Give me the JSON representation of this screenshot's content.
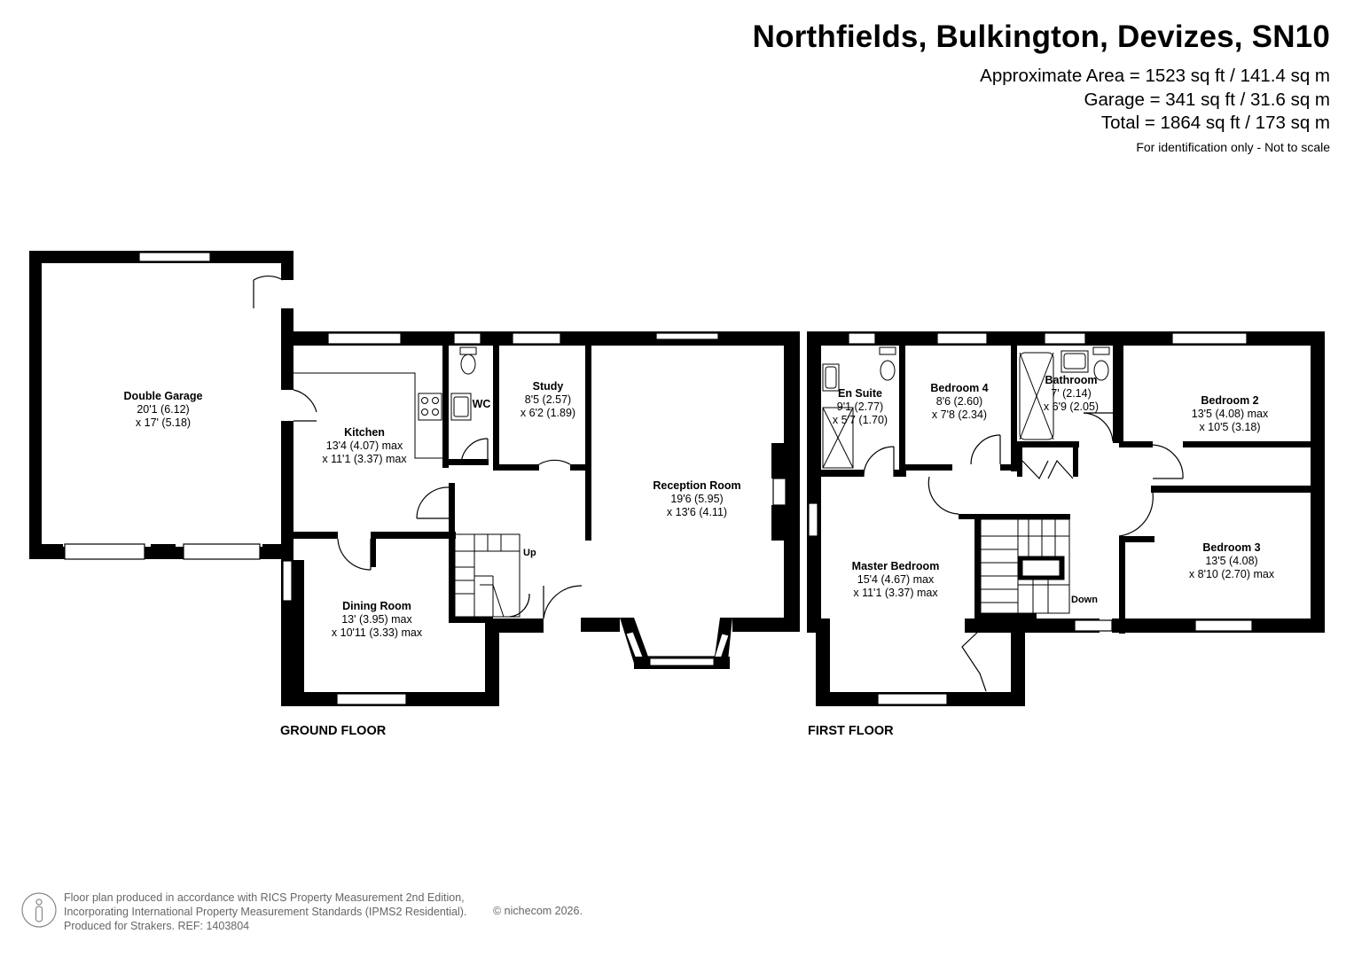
{
  "header": {
    "title": "Northfields, Bulkington, Devizes, SN10",
    "area_approx": "Approximate Area = 1523 sq ft / 141.4 sq m",
    "area_garage": "Garage = 341 sq ft / 31.6 sq m",
    "area_total": "Total = 1864 sq ft / 173 sq m",
    "note": "For identification only - Not to scale"
  },
  "floors": {
    "ground": "GROUND FLOOR",
    "first": "FIRST FLOOR"
  },
  "rooms": {
    "double_garage": {
      "name": "Double Garage",
      "dim1": "20'1 (6.12)",
      "dim2": "x 17' (5.18)"
    },
    "kitchen": {
      "name": "Kitchen",
      "dim1": "13'4 (4.07) max",
      "dim2": "x 11'1 (3.37) max"
    },
    "wc": {
      "name": "WC"
    },
    "study": {
      "name": "Study",
      "dim1": "8'5 (2.57)",
      "dim2": "x 6'2 (1.89)"
    },
    "reception": {
      "name": "Reception Room",
      "dim1": "19'6 (5.95)",
      "dim2": "x 13'6 (4.11)"
    },
    "dining": {
      "name": "Dining Room",
      "dim1": "13' (3.95) max",
      "dim2": "x 10'11 (3.33) max"
    },
    "en_suite": {
      "name": "En Suite",
      "dim1": "9'1 (2.77)",
      "dim2": "x 5'7 (1.70)"
    },
    "bedroom4": {
      "name": "Bedroom 4",
      "dim1": "8'6 (2.60)",
      "dim2": "x 7'8 (2.34)"
    },
    "bathroom": {
      "name": "Bathroom",
      "dim1": "7' (2.14)",
      "dim2": "x 6'9 (2.05)"
    },
    "bedroom2": {
      "name": "Bedroom 2",
      "dim1": "13'5 (4.08) max",
      "dim2": "x 10'5 (3.18)"
    },
    "bedroom3": {
      "name": "Bedroom 3",
      "dim1": "13'5 (4.08)",
      "dim2": "x 8'10 (2.70) max"
    },
    "master": {
      "name": "Master Bedroom",
      "dim1": "15'4 (4.67) max",
      "dim2": "x 11'1 (3.37) max"
    }
  },
  "stairs": {
    "up": "Up",
    "down": "Down"
  },
  "footer": {
    "line1": "Floor plan produced in accordance with RICS Property Measurement 2nd Edition,",
    "line2": "Incorporating International Property Measurement Standards (IPMS2 Residential).",
    "line3": "Produced for Strakers.   REF: 1403804",
    "copyright": "© nichecom 2026."
  }
}
